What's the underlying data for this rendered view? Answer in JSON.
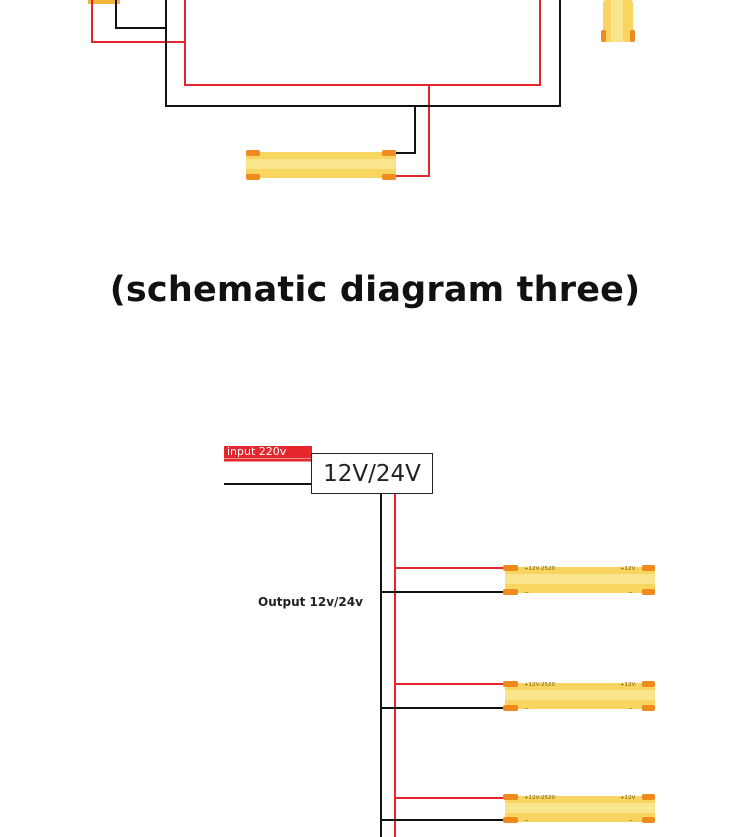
{
  "heading": "(schematic diagram three)",
  "power_supply": {
    "label": "12V/24V"
  },
  "input": {
    "label": "input 220v"
  },
  "output": {
    "label": "Output 12v/24v"
  },
  "strip": {
    "model_label": "+12V-2520",
    "voltage_label": "+12V",
    "neg_label": "−"
  },
  "colors": {
    "positive_wire": "#e5262d",
    "negative_wire": "#111111",
    "strip_body": "#f7d560",
    "strip_pad": "#ef8a1e"
  }
}
